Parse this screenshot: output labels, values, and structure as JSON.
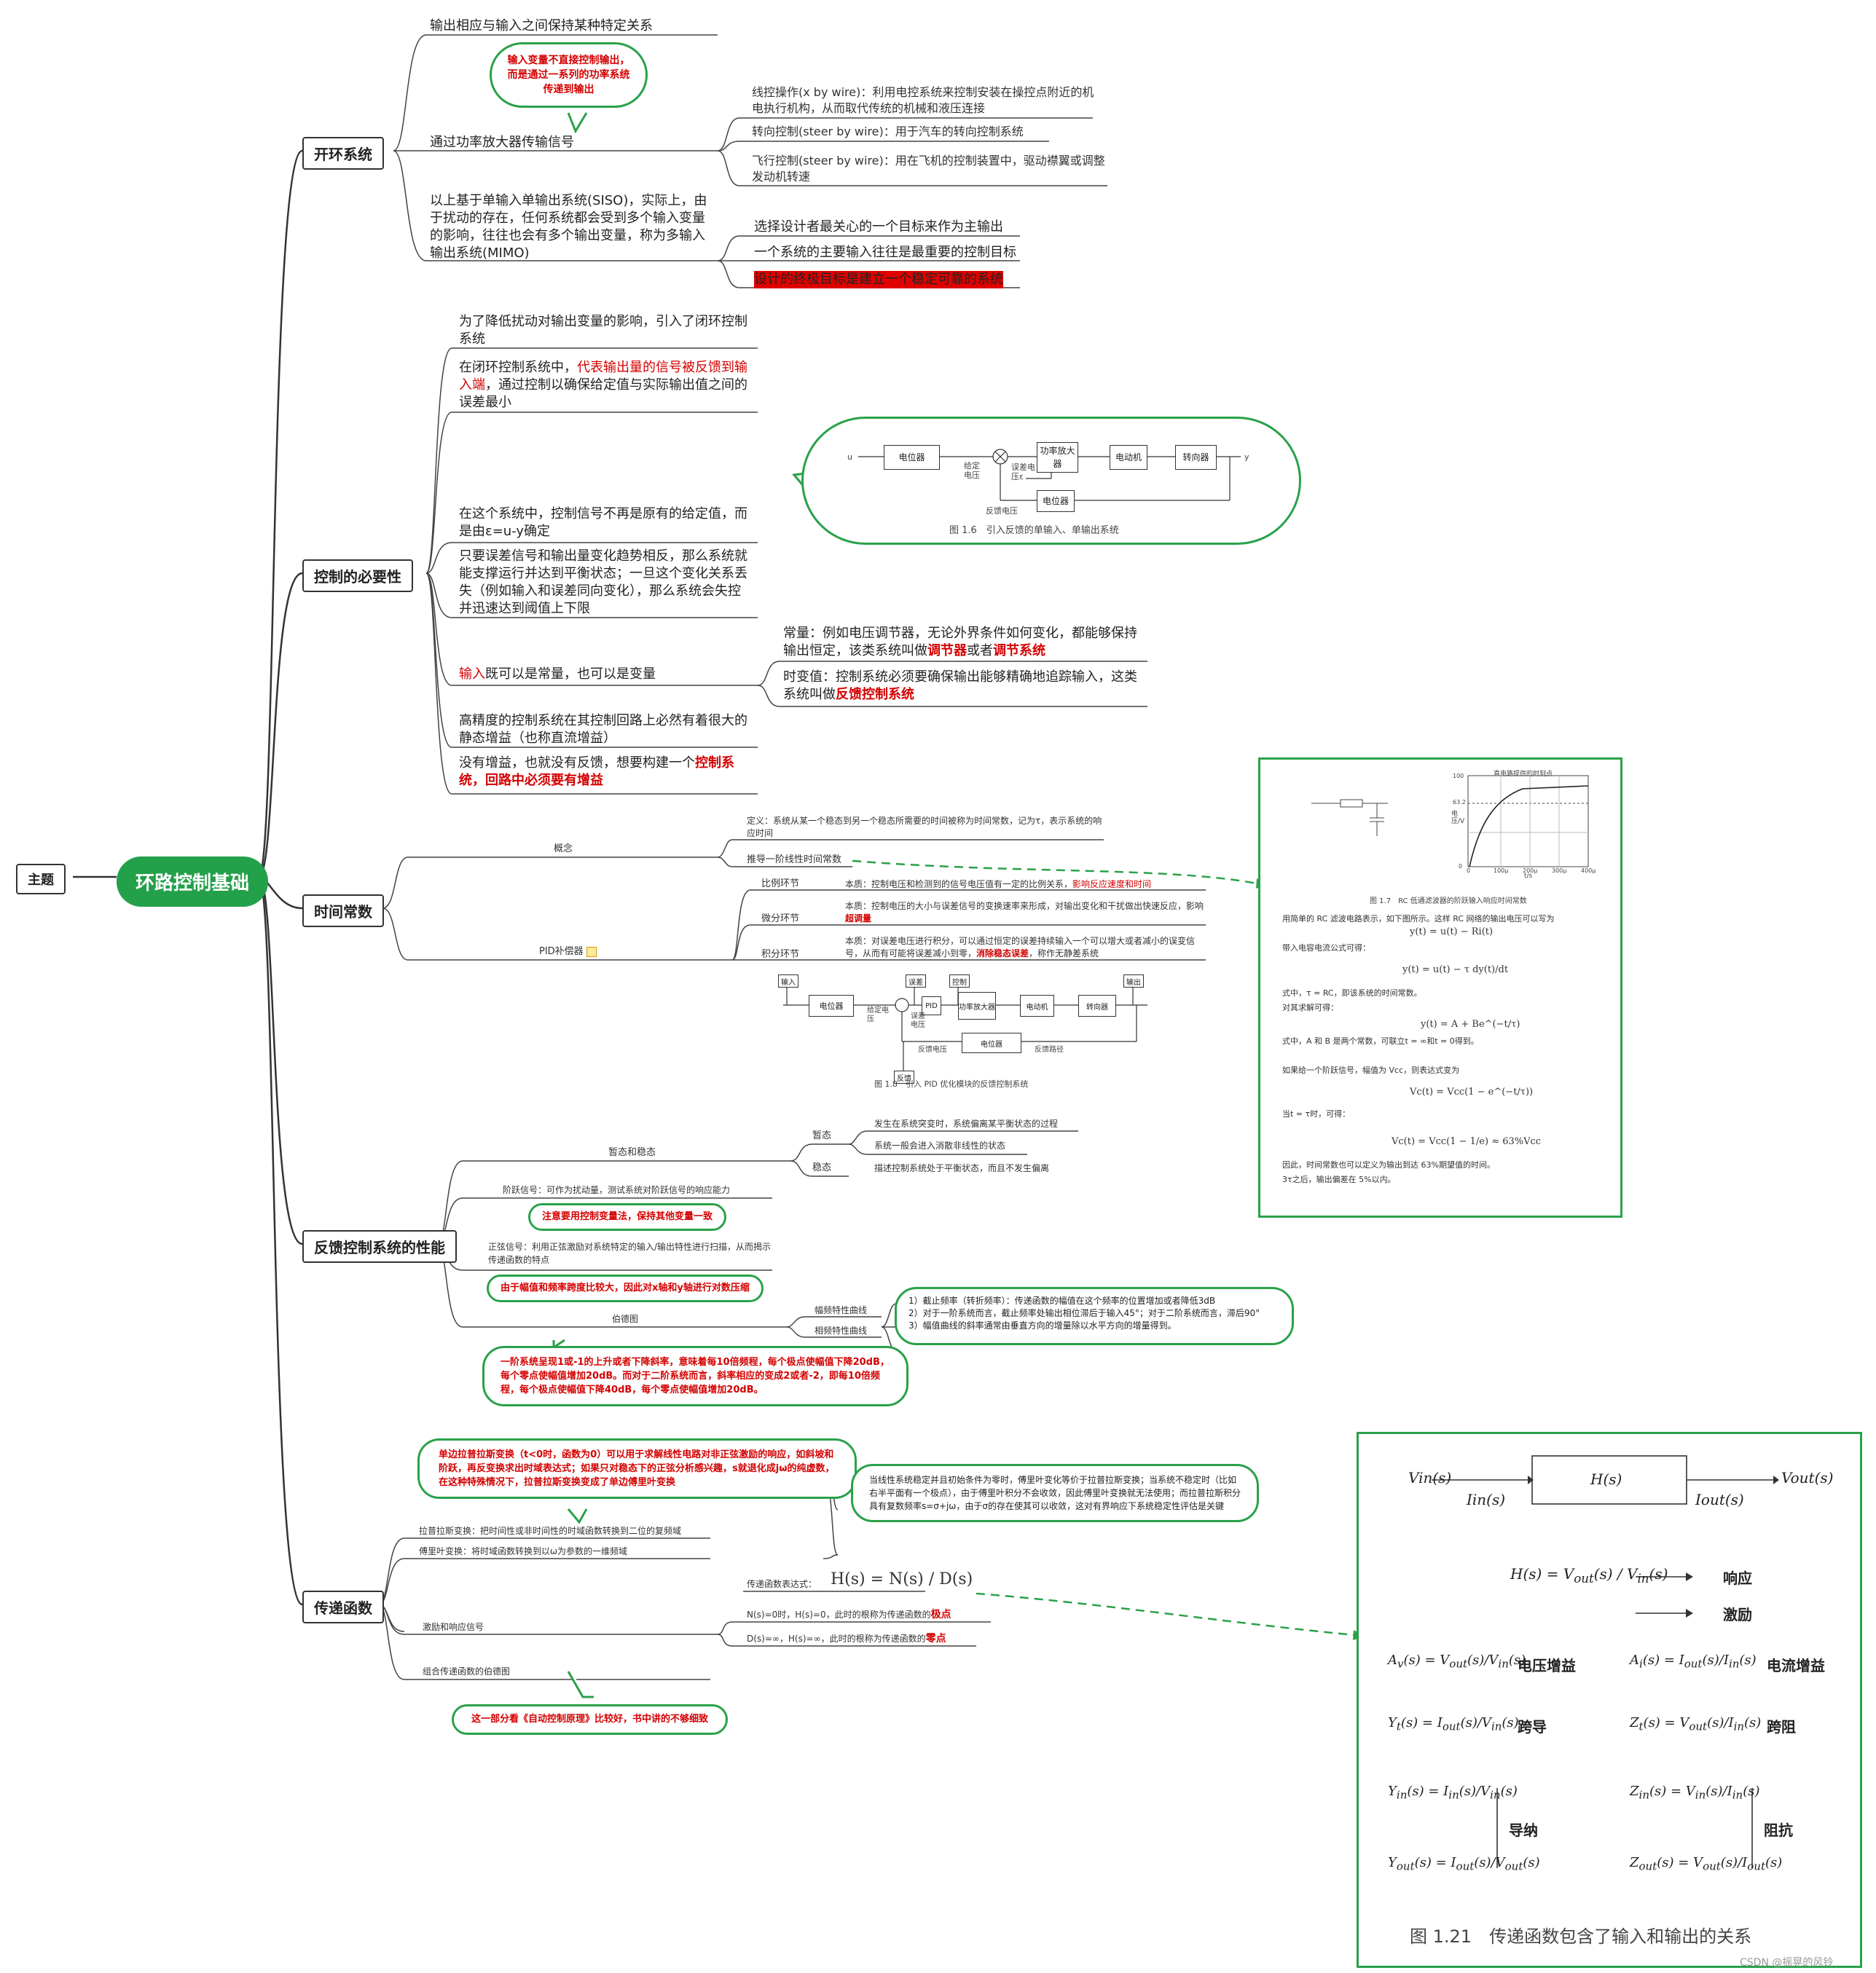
{
  "left_label": "主题",
  "root": "环路控制基础",
  "open_loop": {
    "title": "开环系统",
    "item1": "输出相应与输入之间保持某种特定关系",
    "bubble": "输入变量不直接控制输出，而是通过一系列的功率系统传递到输出",
    "item2": "通过功率放大器传输信号",
    "wire1": "线控操作(x by wire)：利用电控系统来控制安装在操控点附近的机电执行机构，从而取代传统的机械和液压连接",
    "wire2": "转向控制(steer by wire)：用于汽车的转向控制系统",
    "wire3": "飞行控制(steer by wire)：用在飞机的控制装置中，驱动襟翼或调整发动机转速",
    "item3": "以上基于单输入单输出系统(SISO)，实际上，由于扰动的存在，任何系统都会受到多个输入变量的影响，往往也会有多个输出变量，称为多输入输出系统(MIMO)",
    "sub1": "选择设计者最关心的一个目标来作为主输出",
    "sub2": "一个系统的主要输入往往是最重要的控制目标",
    "sub3": "设计的终极目标是建立一个稳定可靠的系统"
  },
  "necessity": {
    "title": "控制的必要性",
    "i1": "为了降低扰动对输出变量的影响，引入了闭环控制系统",
    "i2_a": "在闭环控制系统中，",
    "i2_red": "代表输出量的信号被反馈到输入端",
    "i2_b": "，通过控制以确保给定值与实际输出值之间的误差最小",
    "i3": "在这个系统中，控制信号不再是原有的给定值，而是由ε=u-y确定",
    "i4": "只要误差信号和输出量变化趋势相反，那么系统就能支撑运行并达到平衡状态；一旦这个变化关系丢失（例如输入和误差同向变化），那么系统会失控并迅速达到阈值上下限",
    "i5_red": "输入",
    "i5_b": "既可以是常量，也可以是变量",
    "c1_a": "常量：例如电压调节器，无论外界条件如何变化，都能够保持输出恒定，该类系统叫做",
    "c1_r1": "调节器",
    "c1_mid": "或者",
    "c1_r2": "调节系统",
    "c2_a": "时变值：控制系统必须要确保输出能够精确地追踪输入，这类系统叫做",
    "c2_r": "反馈控制系统",
    "i6": "高精度的控制系统在其控制回路上必然有着很大的静态增益（也称直流增益）",
    "i7_a": "没有增益，也就没有反馈，想要构建一个",
    "i7_r": "控制系统，回路中必须要有增益"
  },
  "fig16": {
    "caption": "图 1.6　引入反馈的单输入、单输出系统",
    "b1": "电位器",
    "b2": "功率放大器",
    "b3": "电动机",
    "b4": "转向器",
    "b5": "电位器",
    "l_given": "给定电压",
    "l_err": "误差电压ε",
    "l_fb": "反馈电压",
    "u": "u",
    "y": "y"
  },
  "time_const": {
    "title": "时间常数",
    "concept": "概念",
    "def": "定义：系统从某一个稳态到另一个稳态所需要的时间被称为时间常数，记为τ，表示系统的响应时间",
    "derive": "推导一阶线性时间常数",
    "pid": "PID补偿器",
    "p_name": "比例环节",
    "p_a": "本质：控制电压和检测到的信号电压值有一定的比例关系，",
    "p_r": "影响反应速度和时间",
    "d_name": "微分环节",
    "d_a": "本质：控制电压的大小与误差信号的变换速率来形成，对输出变化和干扰做出快速反应，影响",
    "d_r": "超调量",
    "i_name": "积分环节",
    "i_a": "本质：对误差电压进行积分，可以通过恒定的误差持续输入一个可以增大或者减小的误变信号，从而有可能将误差减小到零，",
    "i_r": "消除稳态误差",
    "i_b": "，称作无静差系统"
  },
  "fig18": {
    "caption": "图 1.8　引入 PID 优化模块的反馈控制系统",
    "in": "输入",
    "err": "误差",
    "ctl": "控制",
    "out": "输出",
    "fb": "反馈",
    "b1": "电位器",
    "pid": "PID",
    "b2": "功率放大器",
    "b3": "电动机",
    "b4": "转向器",
    "b5": "电位器",
    "l_given": "给定电压",
    "l_err": "误差电压",
    "l_fbv": "反馈电压",
    "l_fbp": "反馈路径"
  },
  "rc_panel": {
    "chart_title": "直电路提供的时刻点",
    "ylabel": "电压/V",
    "xlabel": "t/s",
    "caption": "图 1.7　RC 低通滤波器的阶跃输入响应时间常数",
    "p1": "用简单的 RC 滤波电路表示，如下图所示。这样 RC 网络的输出电压可以写为",
    "eq1": "y(t) = u(t) − Ri(t)",
    "p2": "带入电容电流公式可得：",
    "eq2": "y(t) = u(t) − τ dy(t)/dt",
    "p3": "式中，τ = RC，即该系统的时间常数。",
    "p4": "对其求解可得：",
    "eq3": "y(t) = A + Be^(−t/τ)",
    "p5": "式中，A 和 B 是两个常数，可联立t = ∞和t = 0得到。",
    "p6": "如果给一个阶跃信号，幅值为 Vcc，则表达式变为",
    "eq4": "Vc(t) = Vcc(1 − e^(−t/τ))",
    "p7": "当t = τ时，可得：",
    "eq5": "Vc(t) = Vcc(1 − 1/e) ≈ 63%Vcc",
    "p8": "因此，时间常数也可以定义为输出到达 63%期望值的时间。",
    "p9": "3τ之后，输出偏差在 5%以内。",
    "ticks_x": [
      "0",
      "100μ",
      "200μ",
      "300μ",
      "400μ"
    ],
    "ticks_y": [
      "100",
      "63.2",
      "0"
    ]
  },
  "feedback_perf": {
    "title": "反馈控制系统的性能",
    "stable": "暂态和稳态",
    "trans": "暂态",
    "trans1": "发生在系统突变时，系统偏离某平衡状态的过程",
    "trans2": "系统一般会进入消散非线性的状态",
    "steady": "稳态",
    "steady1": "描述控制系统处于平衡状态，而且不发生偏离",
    "step": "阶跃信号：可作为扰动量，测试系统对阶跃信号的响应能力",
    "bub1": "注意要用控制变量法，保持其他变量一致",
    "sine": "正弦信号：利用正弦激励对系统特定的输入/输出特性进行扫描，从而揭示传递函数的特点",
    "bub2": "由于幅值和频率跨度比较大，因此对x轴和y轴进行对数压缩",
    "bode": "伯德图",
    "mag": "幅频特性曲线",
    "phase": "相频特性曲线",
    "note": "1）截止频率（转折频率）：传递函数的幅值在这个频率的位置增加或者降低3dB\n2）对于一阶系统而言，截止频率处输出相位滞后于输入45°；对于二阶系统而言，滞后90°\n3）幅值曲线的斜率通常由垂直方向的增量除以水平方向的增量得到。",
    "bub3": "一阶系统呈现1或-1的上升或者下降斜率，意味着每10倍频程，每个极点使幅值下降20dB，每个零点使幅值增加20dB。而对于二阶系统而言，斜率相应的变成2或者-2，即每10倍频程，每个极点使幅值下降40dB，每个零点使幅值增加20dB。"
  },
  "transfer": {
    "title": "传递函数",
    "bub1": "单边拉普拉斯变换（t<0时，函数为0）可以用于求解线性电路对非正弦激励的响应，如斜坡和阶跃，再反变换求出时域表达式；如果只对稳态下的正弦分析感兴趣，s就退化成jω的纯虚数，在这种特殊情况下，拉普拉斯变换变成了单边傅里叶变换",
    "bub2": "当线性系统稳定并且初始条件为零时，傅里叶变化等价于拉普拉斯变换；当系统不稳定时（比如右半平面有一个极点），由于傅里叶积分不会收敛，因此傅里叶变换就无法使用；而拉普拉斯积分具有复数频率s=σ+jω，由于σ的存在使其可以收敛，这对有界响应下系统稳定性评估是关键",
    "lap": "拉普拉斯变换：把时间性或非时间性的时域函数转换到二位的复频域",
    "four": "傅里叶变换：将时域函数转换到以ω为参数的一维频域",
    "expr_label": "传递函数表达式：",
    "formula": "H(s) = N(s) / D(s)",
    "exc": "激励和响应信号",
    "pole_a": "N(s)=0时，H(s)=0，此时的根称为传递函数的",
    "pole_r": "极点",
    "zero_a": "D(s)=∞，H(s)=∞，此时的根称为传递函数的",
    "zero_r": "零点",
    "combo": "组合传递函数的伯德图",
    "bub3": "这一部分看《自动控制原理》比较好，书中讲的不够细致"
  },
  "fig121": {
    "vin": "Vin(s)",
    "iin": "Iin(s)",
    "hs": "H(s)",
    "vout": "Vout(s)",
    "iout": "Iout(s)",
    "resp": "响应",
    "exc": "激励",
    "av": "电压增益",
    "ai": "电流增益",
    "yt": "跨导",
    "zt": "跨阻",
    "adm": "导纳",
    "imp": "阻抗",
    "caption": "图 1.21　传递函数包含了输入和输出的关系"
  },
  "watermark": "CSDN @摇晃的风铃"
}
